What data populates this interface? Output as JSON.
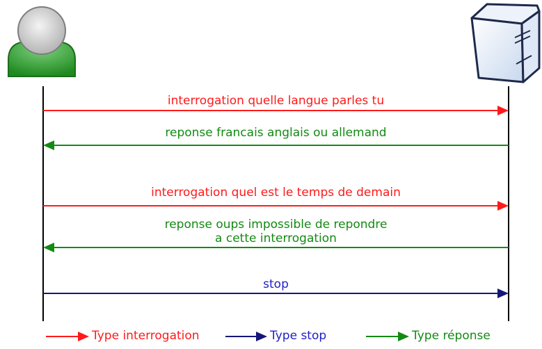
{
  "actors": {
    "client_icon": "user-avatar-icon",
    "server_icon": "server-tower-icon"
  },
  "messages": [
    {
      "type": "interrogation",
      "text": "interrogation quelle langue parles tu",
      "direction": "right"
    },
    {
      "type": "reponse",
      "text": "reponse francais anglais ou allemand",
      "direction": "left"
    },
    {
      "type": "interrogation",
      "text": "interrogation quel est le temps de demain",
      "direction": "right"
    },
    {
      "type": "reponse",
      "text": "reponse oups impossible de repondre",
      "text2": "a cette interrogation",
      "direction": "left"
    },
    {
      "type": "stop",
      "text": "stop",
      "direction": "right"
    }
  ],
  "legend": {
    "interrogation": "Type interrogation",
    "stop": "Type stop",
    "reponse": "Type réponse"
  },
  "colors": {
    "interrogation": "#ff1a1a",
    "reponse": "#138a13",
    "stop": "#16167a",
    "stop_text": "#2020c8",
    "lifeline": "#000000"
  }
}
